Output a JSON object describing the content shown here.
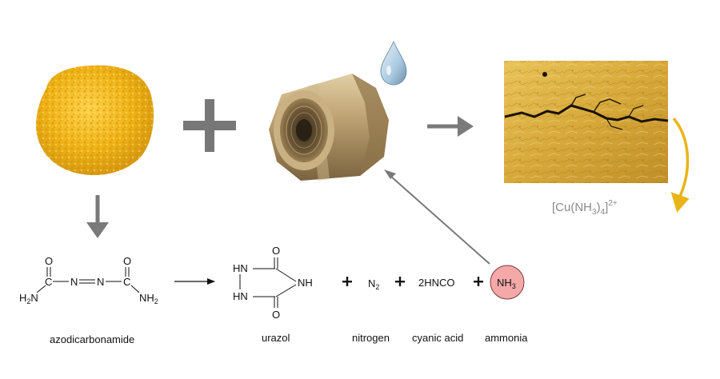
{
  "labels": {
    "azodicarbonamide": "azodicarbonamide",
    "urazol": "urazol",
    "nitrogen": "nitrogen",
    "cyanic_acid": "cyanic acid",
    "ammonia": "ammonia"
  },
  "complex": {
    "base": "[Cu(NH",
    "sub3": "3",
    "mid": ")",
    "sub4": "4",
    "close": "]",
    "charge": "2+"
  },
  "equation": {
    "n2_base": "N",
    "n2_sub": "2",
    "cyanic_formula": "2HNCO",
    "nh3_base": "NH",
    "nh3_sub": "3"
  },
  "azo_atoms": {
    "o_left": "O",
    "c_left": "C",
    "n_left": "N",
    "n_right": "N",
    "c_right": "C",
    "o_right": "O",
    "h2n_h": "H",
    "h2n_sub": "2",
    "h2n_n": "N",
    "nh2_n": "NH",
    "nh2_sub": "2"
  },
  "urazol_atoms": {
    "hn_top": "HN",
    "hn_bottom": "HN",
    "o_top": "O",
    "o_bottom": "O",
    "nh": "NH"
  },
  "colors": {
    "arrow_gray": "#7a7a7a",
    "plus_gray": "#777777",
    "curved_arrow": "#e8b419",
    "ammonia_fill": "#f4a9a8",
    "ammonia_stroke": "#7a3b3b",
    "powder": "#f0b418",
    "brass": "#b39a6e",
    "water_drop": "#a9c9e0"
  }
}
